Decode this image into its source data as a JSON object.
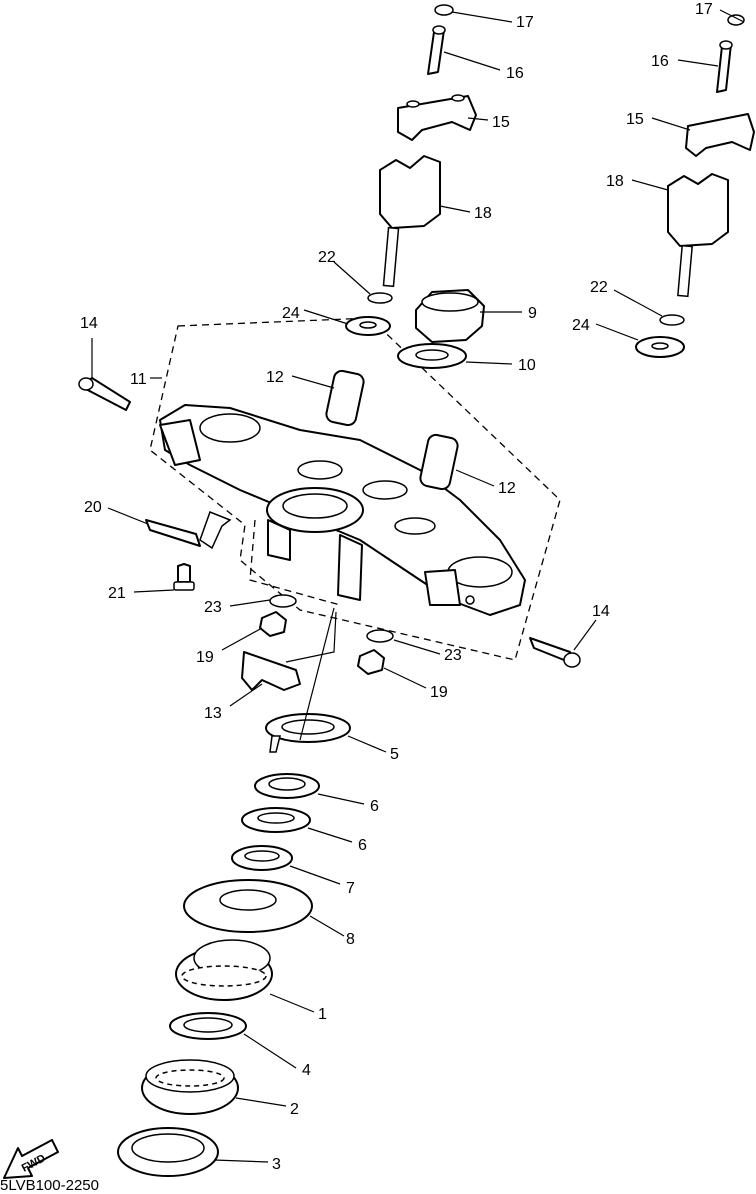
{
  "diagram": {
    "catalog_code": "5LVB100-2250",
    "fwd_label": "FWD",
    "callouts": [
      {
        "id": "c17a",
        "text": "17"
      },
      {
        "id": "c17b",
        "text": "17"
      },
      {
        "id": "c16a",
        "text": "16"
      },
      {
        "id": "c16b",
        "text": "16"
      },
      {
        "id": "c15a",
        "text": "15"
      },
      {
        "id": "c15b",
        "text": "15"
      },
      {
        "id": "c18a",
        "text": "18"
      },
      {
        "id": "c18b",
        "text": "18"
      },
      {
        "id": "c22a",
        "text": "22"
      },
      {
        "id": "c22b",
        "text": "22"
      },
      {
        "id": "c24a",
        "text": "24"
      },
      {
        "id": "c24b",
        "text": "24"
      },
      {
        "id": "c9",
        "text": "9"
      },
      {
        "id": "c10",
        "text": "10"
      },
      {
        "id": "c14a",
        "text": "14"
      },
      {
        "id": "c14b",
        "text": "14"
      },
      {
        "id": "c11",
        "text": "11"
      },
      {
        "id": "c12a",
        "text": "12"
      },
      {
        "id": "c12b",
        "text": "12"
      },
      {
        "id": "c20",
        "text": "20"
      },
      {
        "id": "c21",
        "text": "21"
      },
      {
        "id": "c23a",
        "text": "23"
      },
      {
        "id": "c23b",
        "text": "23"
      },
      {
        "id": "c19a",
        "text": "19"
      },
      {
        "id": "c19b",
        "text": "19"
      },
      {
        "id": "c13",
        "text": "13"
      },
      {
        "id": "c5",
        "text": "5"
      },
      {
        "id": "c6a",
        "text": "6"
      },
      {
        "id": "c6b",
        "text": "6"
      },
      {
        "id": "c7",
        "text": "7"
      },
      {
        "id": "c8",
        "text": "8"
      },
      {
        "id": "c1",
        "text": "1"
      },
      {
        "id": "c4",
        "text": "4"
      },
      {
        "id": "c2",
        "text": "2"
      },
      {
        "id": "c3",
        "text": "3"
      }
    ]
  }
}
